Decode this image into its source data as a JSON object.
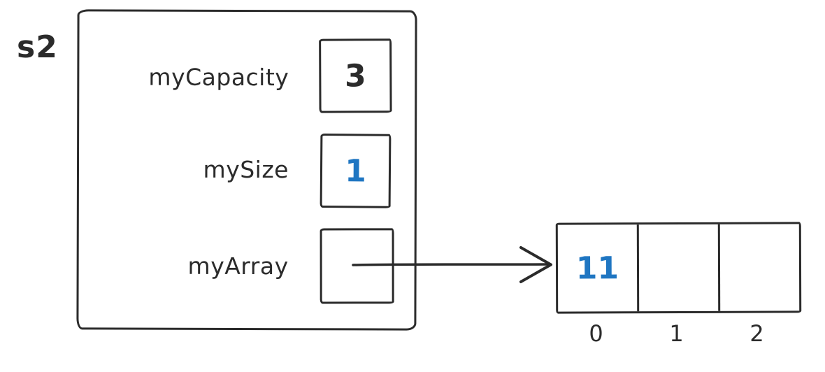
{
  "object": {
    "label": "s2",
    "fields": [
      {
        "name": "myCapacity",
        "value": "3"
      },
      {
        "name": "mySize",
        "value": "1"
      },
      {
        "name": "myArray",
        "value": ""
      }
    ]
  },
  "array": {
    "cells": [
      "11",
      "",
      ""
    ],
    "indices": [
      "0",
      "1",
      "2"
    ]
  },
  "colors": {
    "ink": "#2b2b2b",
    "accent_blue": "#1f76c2"
  }
}
